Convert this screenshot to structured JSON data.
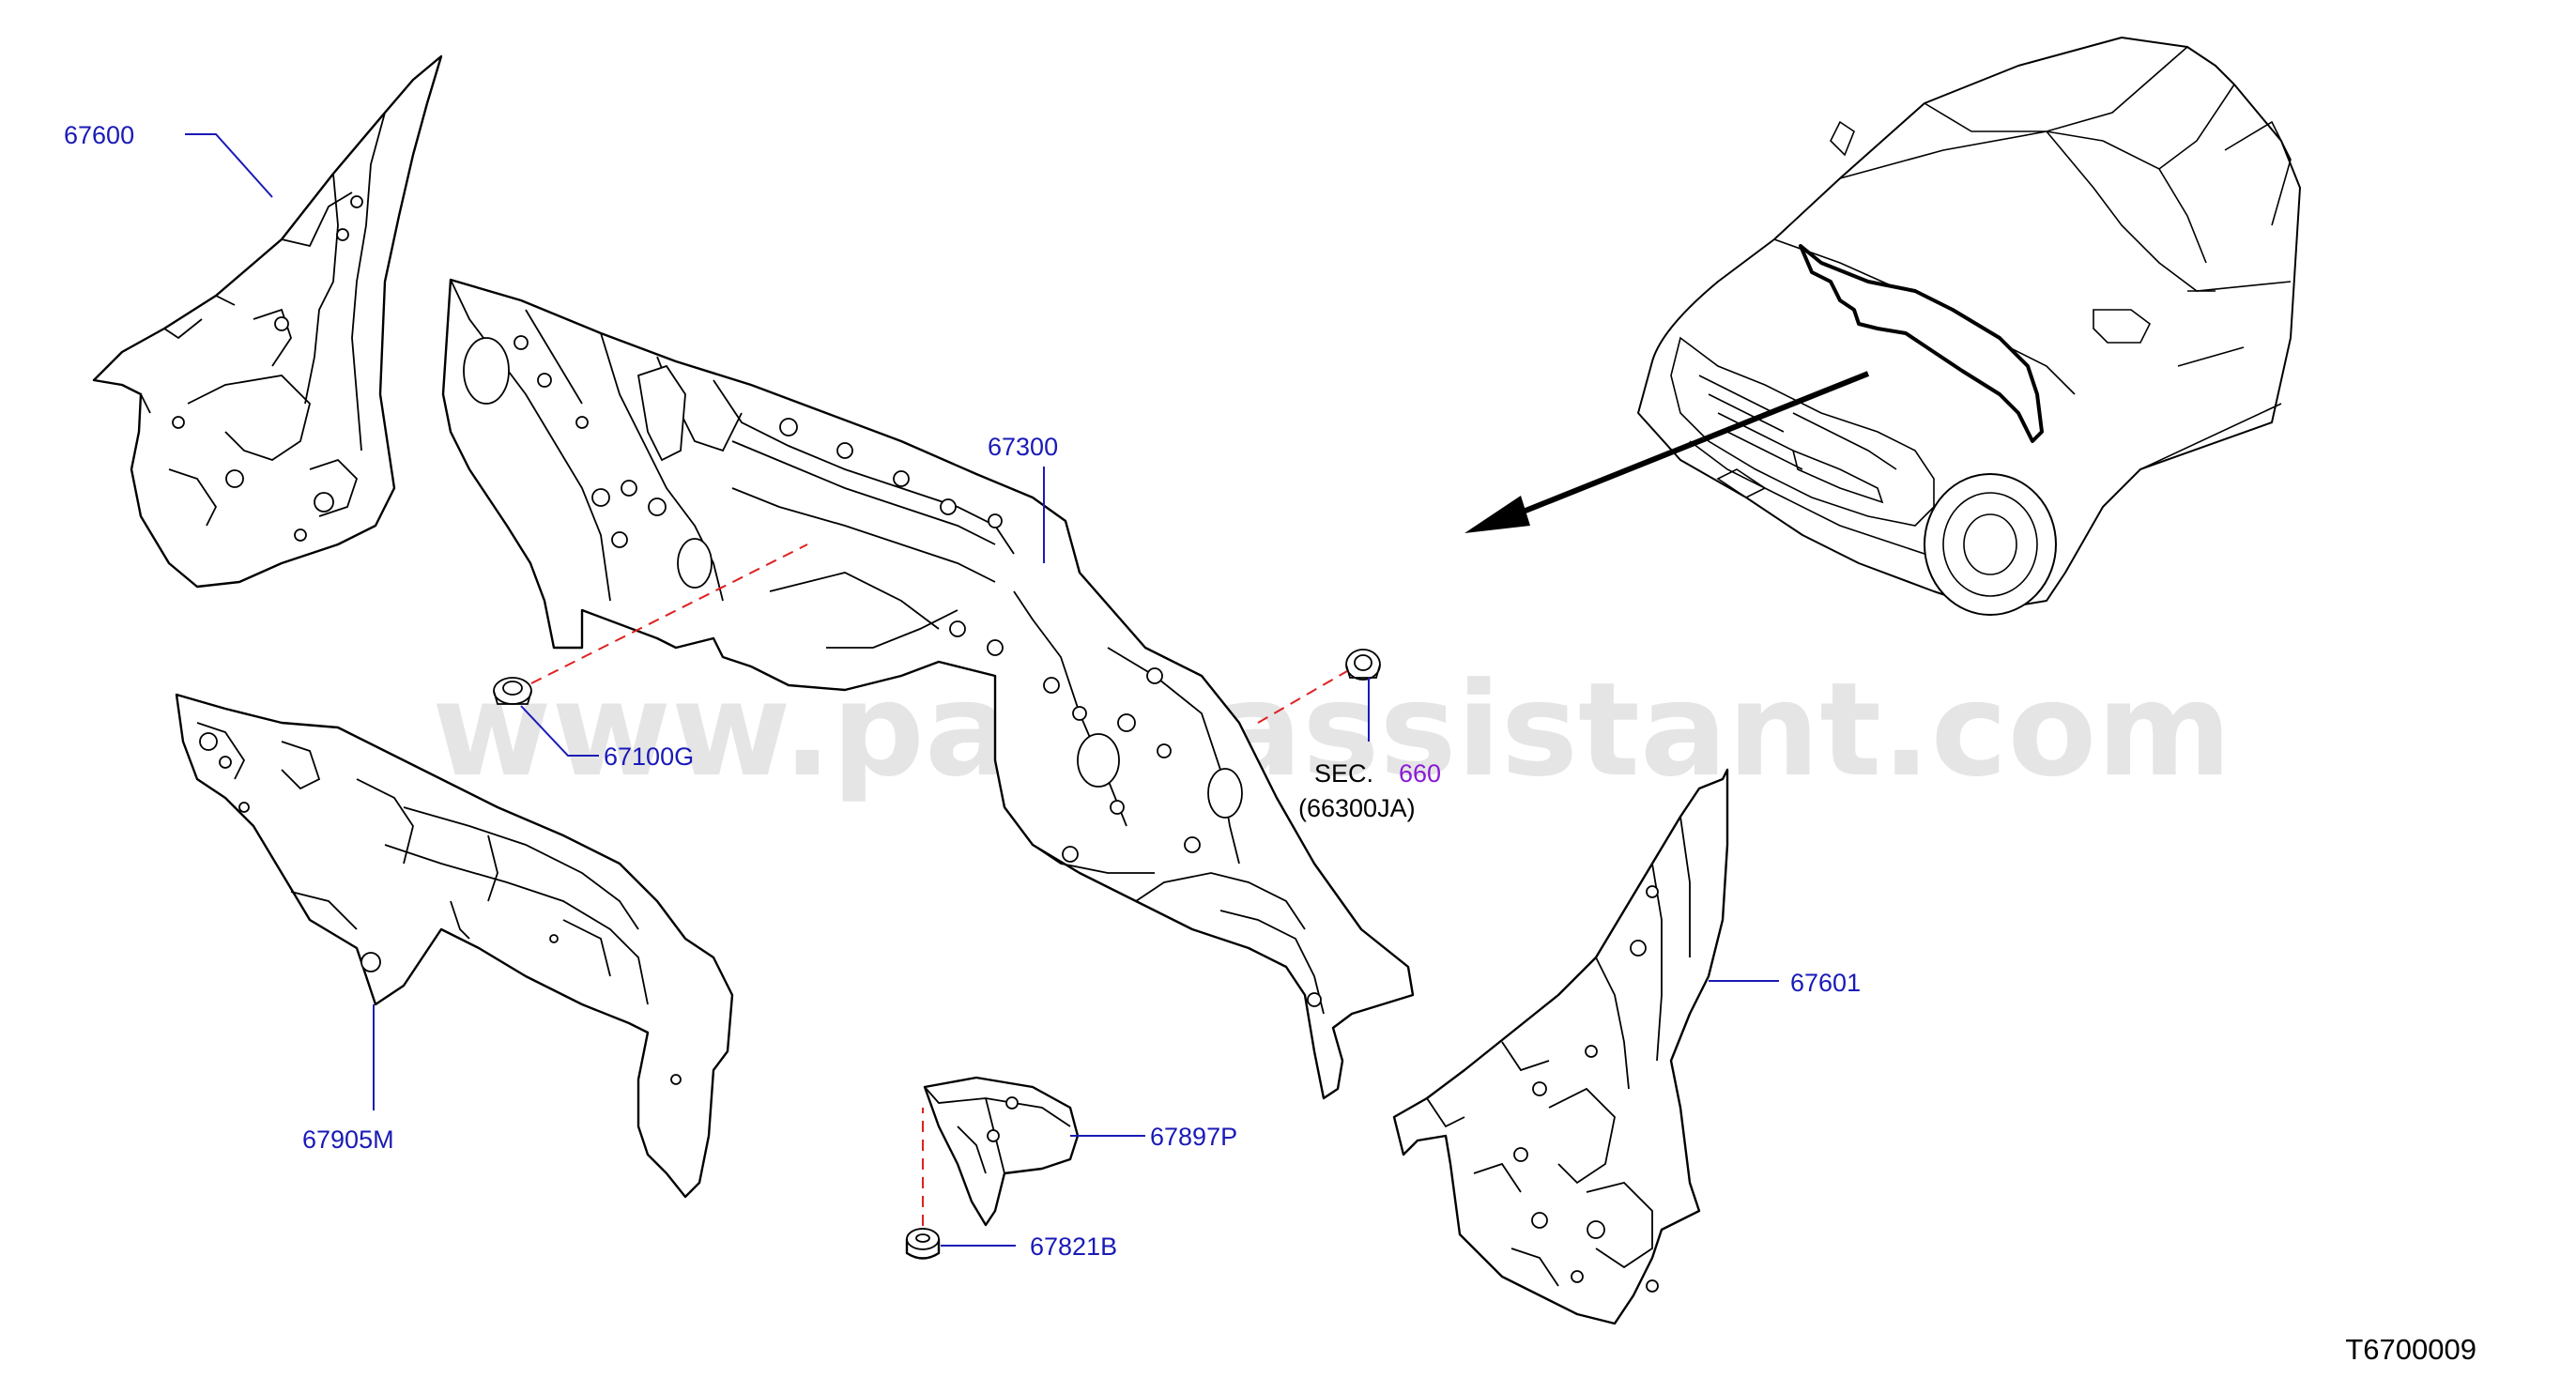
{
  "watermark": "www.partsassistant.com",
  "diagram_code": "T6700009",
  "callouts": {
    "p67600": "67600",
    "p67300": "67300",
    "p67100G": "67100G",
    "p67905M": "67905M",
    "p67601": "67601",
    "p67897P": "67897P",
    "p67821B": "67821B"
  },
  "section_ref": {
    "prefix": "SEC.",
    "number": "660",
    "sub": "(66300JA)"
  },
  "colors": {
    "callout": "#1a1ab8",
    "section_number": "#8a1ad6",
    "dashed_guide": "#e02020"
  }
}
